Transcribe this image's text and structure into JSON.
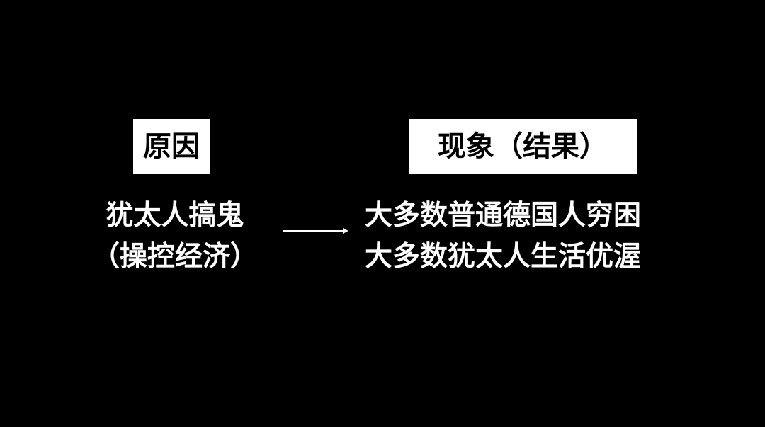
{
  "cause": {
    "heading": "原因",
    "lines": [
      "犹太人搞鬼",
      "（操控经济）"
    ]
  },
  "effect": {
    "heading": "现象（结果）",
    "lines": [
      "大多数普通德国人穷困",
      "大多数犹太人生活优渥"
    ]
  },
  "colors": {
    "background": "#000000",
    "text": "#ffffff",
    "box_fill": "#ffffff",
    "box_text": "#000000"
  },
  "icons": {
    "connector": "arrow-right-icon"
  }
}
